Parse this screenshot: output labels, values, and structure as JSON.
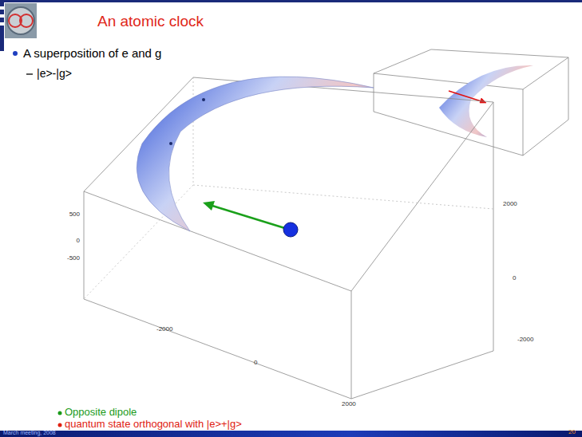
{
  "diagram": {
    "title": "An atomic clock",
    "labels": [
      "A superposition of e and g",
      "|e>-|g>",
      "500",
      "0",
      "-500",
      "-2000",
      "0",
      "2000",
      "2000",
      "0",
      "-2000",
      "Opposite dipole",
      "quantum state orthogonal with |e>+|g>",
      "March meeting, 2008",
      "20"
    ]
  }
}
